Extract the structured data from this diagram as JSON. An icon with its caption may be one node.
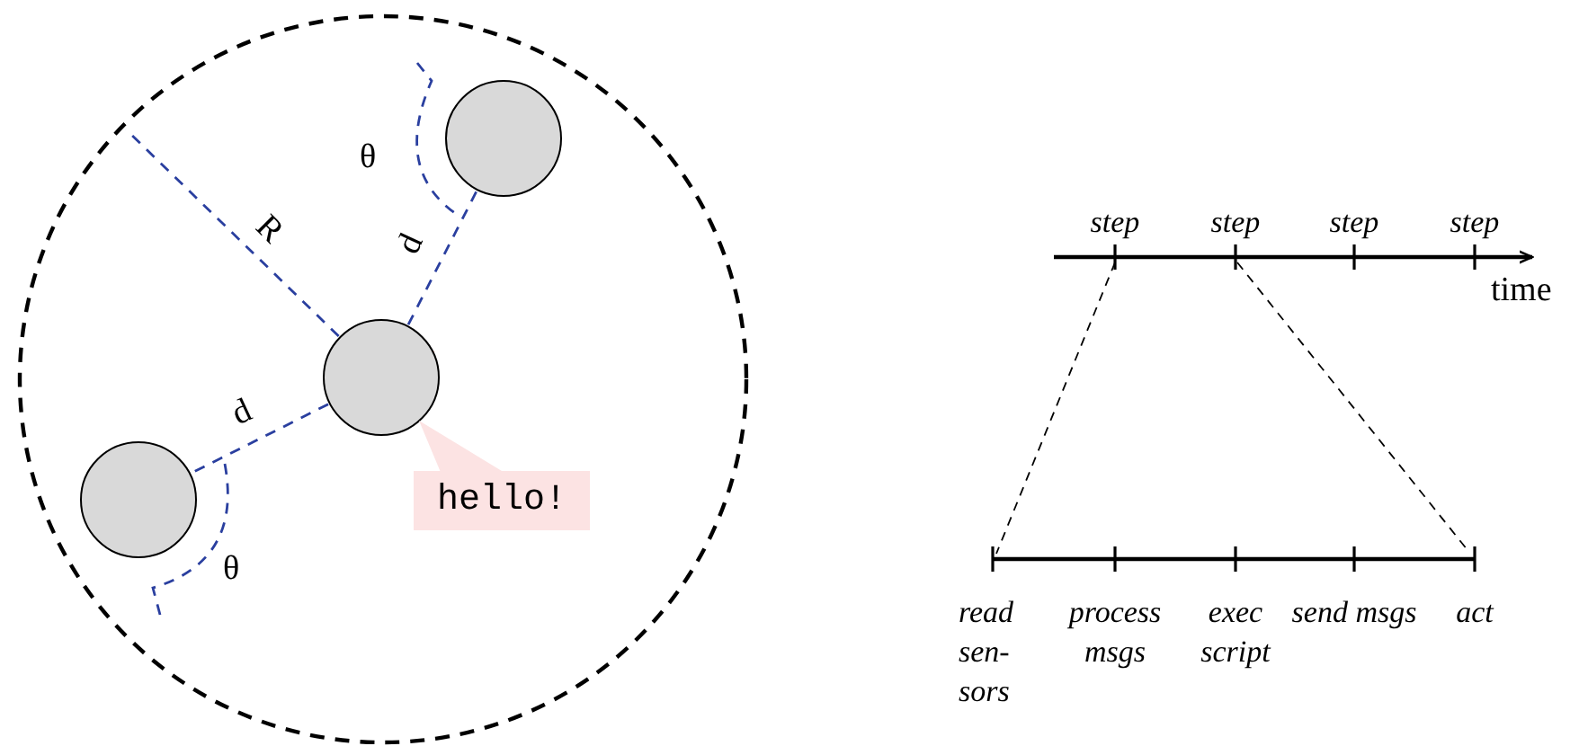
{
  "diagram": {
    "nodes": [
      {
        "text": [],
        "shape": "circle"
      },
      {
        "text": [],
        "shape": "circle",
        "in": 0
      },
      {
        "text": [],
        "shape": "circle",
        "in": 0
      },
      {
        "text": [],
        "shape": "circle",
        "in": 0
      },
      {
        "text": [
          "hello!"
        ],
        "in": 0
      }
    ],
    "labels": [
      "θ",
      "R",
      "d",
      "d",
      "θ",
      "step",
      "step",
      "step",
      "step",
      "time",
      "read sen-sors",
      "process msgs",
      "exec script",
      "send msgs",
      "act"
    ]
  }
}
